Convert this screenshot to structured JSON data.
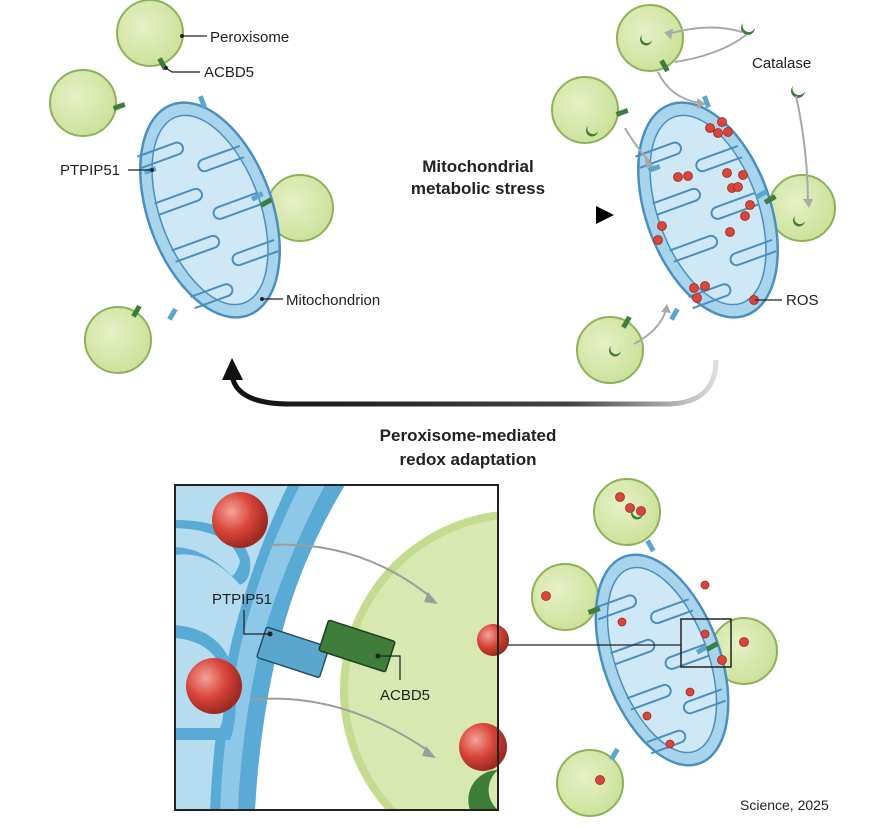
{
  "labels": {
    "peroxisome": "Peroxisome",
    "acbd5": "ACBD5",
    "ptpip51": "PTPIP51",
    "mitochondrion": "Mitochondrion",
    "catalase": "Catalase",
    "ros": "ROS",
    "stress_line1": "Mitochondrial",
    "stress_line2": "metabolic stress",
    "adapt_line1": "Peroxisome-mediated",
    "adapt_line2": "redox adaptation",
    "inset_ptpip51": "PTPIP51",
    "inset_acbd5": "ACBD5",
    "credit": "Science, 2025"
  },
  "colors": {
    "peroxisome_fill": "#d9eab0",
    "peroxisome_stroke": "#8cb25a",
    "mito_outer": "#a8d4ec",
    "mito_stroke": "#4b8fbf",
    "mito_inner": "#cfe8f6",
    "ros": "#d9453a",
    "acbd5": "#3e7d3a",
    "ptpip51": "#5aa6cc",
    "arrow": "#111111"
  }
}
